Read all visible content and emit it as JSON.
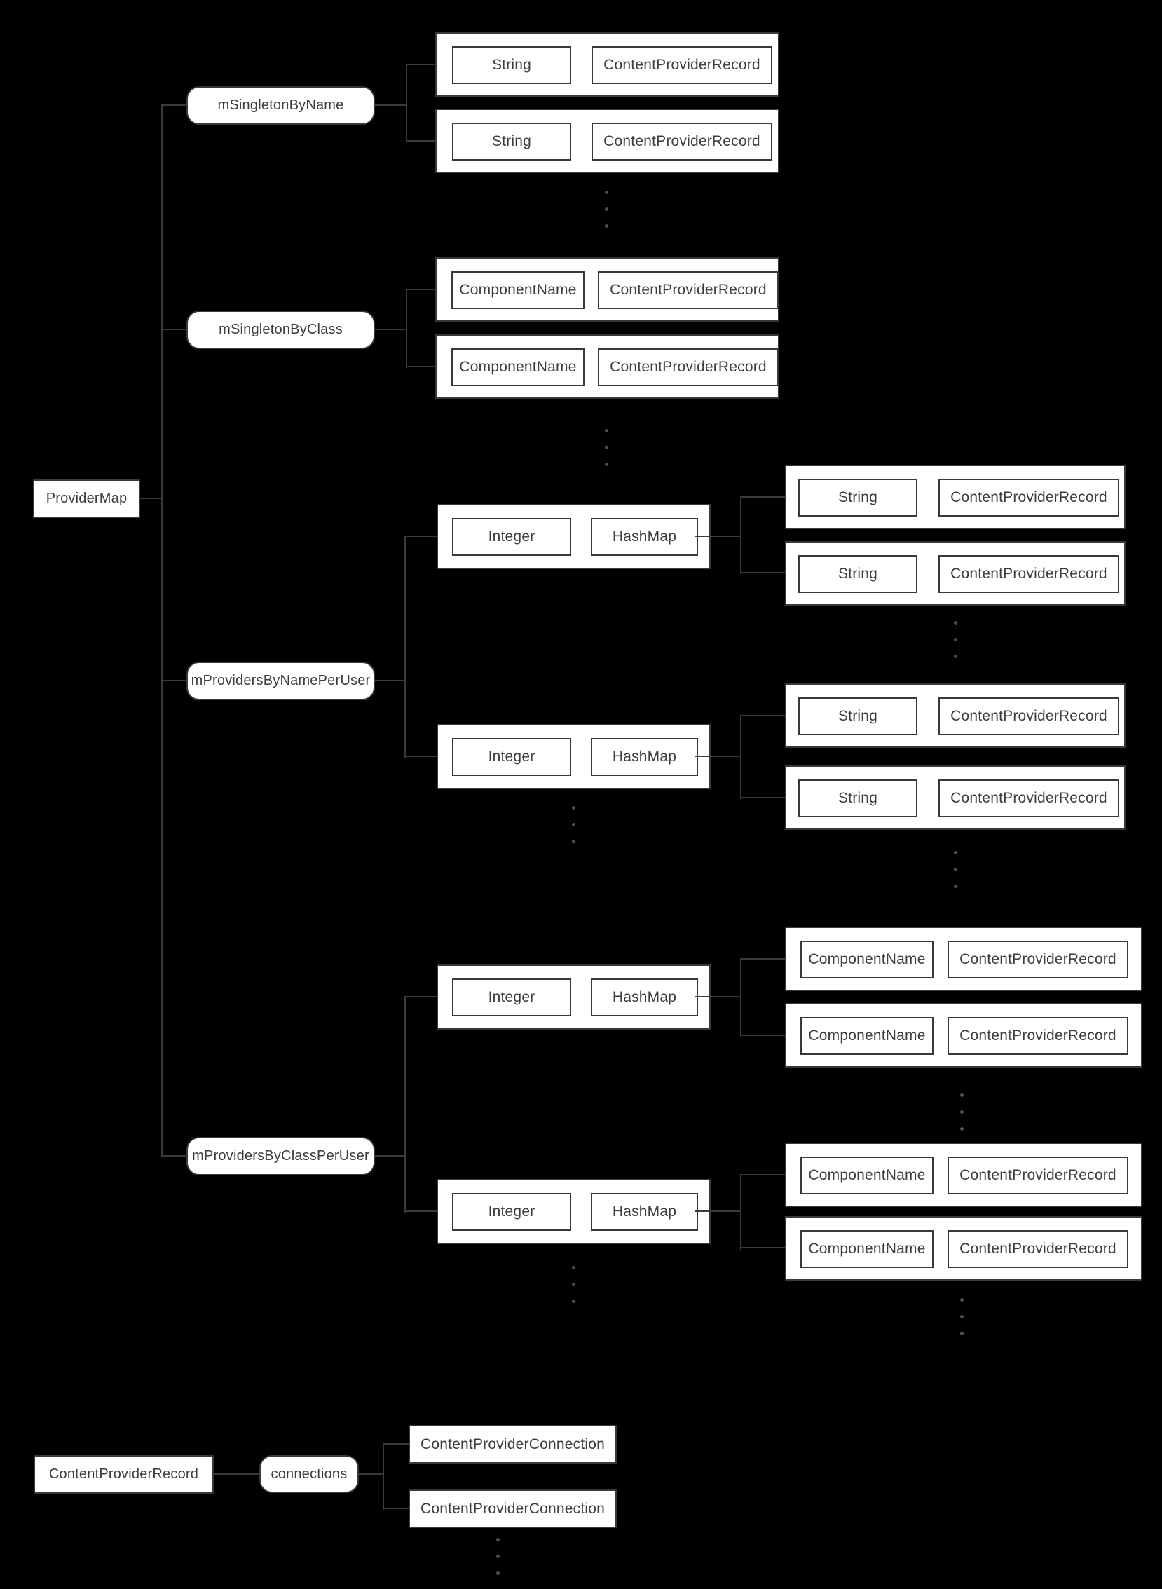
{
  "colors": {
    "background": "#000000",
    "line": "#3a3a3a",
    "box_fill": "#ffffff",
    "border": "#383838",
    "text": "#3d3d3d",
    "dot": "#4f4f4f"
  },
  "provider_map": {
    "label": "ProviderMap"
  },
  "singleton_by_name": {
    "label": "mSingletonByName",
    "entries": [
      {
        "key": "String",
        "value": "ContentProviderRecord"
      },
      {
        "key": "String",
        "value": "ContentProviderRecord"
      }
    ]
  },
  "singleton_by_class": {
    "label": "mSingletonByClass",
    "entries": [
      {
        "key": "ComponentName",
        "value": "ContentProviderRecord"
      },
      {
        "key": "ComponentName",
        "value": "ContentProviderRecord"
      }
    ]
  },
  "providers_by_name_per_user": {
    "label": "mProvidersByNamePerUser",
    "groups": [
      {
        "key": "Integer",
        "value": "HashMap",
        "entries": [
          {
            "key": "String",
            "value": "ContentProviderRecord"
          },
          {
            "key": "String",
            "value": "ContentProviderRecord"
          }
        ]
      },
      {
        "key": "Integer",
        "value": "HashMap",
        "entries": [
          {
            "key": "String",
            "value": "ContentProviderRecord"
          },
          {
            "key": "String",
            "value": "ContentProviderRecord"
          }
        ]
      }
    ]
  },
  "providers_by_class_per_user": {
    "label": "mProvidersByClassPerUser",
    "groups": [
      {
        "key": "Integer",
        "value": "HashMap",
        "entries": [
          {
            "key": "ComponentName",
            "value": "ContentProviderRecord"
          },
          {
            "key": "ComponentName",
            "value": "ContentProviderRecord"
          }
        ]
      },
      {
        "key": "Integer",
        "value": "HashMap",
        "entries": [
          {
            "key": "ComponentName",
            "value": "ContentProviderRecord"
          },
          {
            "key": "ComponentName",
            "value": "ContentProviderRecord"
          }
        ]
      }
    ]
  },
  "content_provider_record": {
    "label": "ContentProviderRecord",
    "field_label": "connections",
    "connections": [
      "ContentProviderConnection",
      "ContentProviderConnection"
    ]
  }
}
